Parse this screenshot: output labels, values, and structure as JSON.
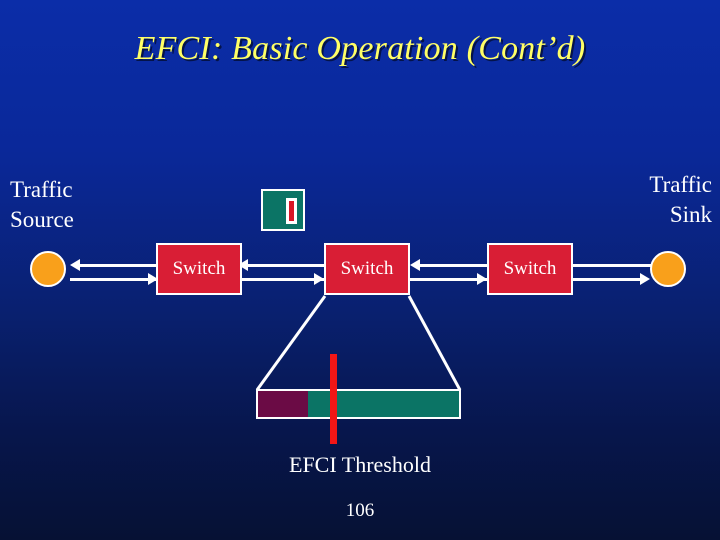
{
  "slide": {
    "title": "EFCI: Basic Operation (Cont’d)",
    "page_number": "106",
    "background_top_color": "#0b2da8",
    "background_bottom_color": "#061134",
    "title_color": "#ffff66"
  },
  "diagram": {
    "source_label": "Traffic\nSource",
    "sink_label": "Traffic\nSink",
    "nodes": [
      {
        "name": "source-node",
        "shape": "circle",
        "color": "#f9a01b"
      },
      {
        "name": "sink-node",
        "shape": "circle",
        "color": "#f9a01b"
      }
    ],
    "switches": [
      {
        "label": "Switch",
        "color": "#d91e35"
      },
      {
        "label": "Switch",
        "color": "#d91e35"
      },
      {
        "label": "Switch",
        "color": "#d91e35"
      }
    ],
    "efci_cell": {
      "body_color": "#0b7465",
      "bit_color": "#d81626",
      "bit_holder_color": "#ffffff"
    },
    "links": [
      {
        "segment": "source-switch1",
        "forward": "right",
        "backward": "left"
      },
      {
        "segment": "switch1-switch2",
        "forward": "right",
        "backward": "left"
      },
      {
        "segment": "switch2-switch3",
        "forward": "right",
        "backward": "left"
      },
      {
        "segment": "switch3-sink",
        "forward": "right",
        "backward": "none"
      }
    ]
  },
  "queue": {
    "threshold_label": "EFCI Threshold",
    "filled_color": "#6b0b45",
    "empty_color": "#0b7465",
    "threshold_marker_color": "#f21616",
    "outline_color": "#ffffff"
  }
}
